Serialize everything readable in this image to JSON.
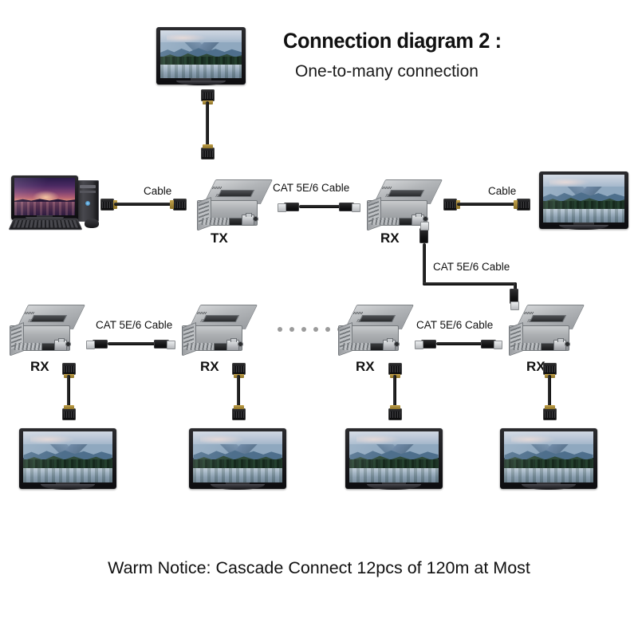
{
  "header": {
    "title": "Connection diagram 2 :",
    "subtitle": "One-to-many connection"
  },
  "footer": {
    "notice": "Warm Notice: Cascade Connect 12pcs of 120m at Most"
  },
  "labels": {
    "cable_pc_to_tx": "Cable",
    "cable_tx_to_rx": "CAT 5E/6 Cable",
    "cable_rx_to_tv": "Cable",
    "cascade_cable": "CAT 5E/6 Cable",
    "bottom_cable_1": "CAT 5E/6 Cable",
    "bottom_cable_2": "CAT 5E/6 Cable"
  },
  "devices": {
    "tx": {
      "label": "TX"
    },
    "rx_top": {
      "label": "RX"
    },
    "rx_1": {
      "label": "RX"
    },
    "rx_2": {
      "label": "RX"
    },
    "rx_3": {
      "label": "RX"
    },
    "rx_4": {
      "label": "RX"
    }
  },
  "ellipsis": {
    "dot_count": 6
  },
  "colors": {
    "background": "#ffffff",
    "text": "#111111",
    "device_body": "#b2b5b8",
    "device_edge": "#75797d",
    "cable": "#111111",
    "rj45_plug": "#eceef0",
    "hdmi_gold": "#c2a24c",
    "ellipsis_dot": "#9b9b9b"
  }
}
